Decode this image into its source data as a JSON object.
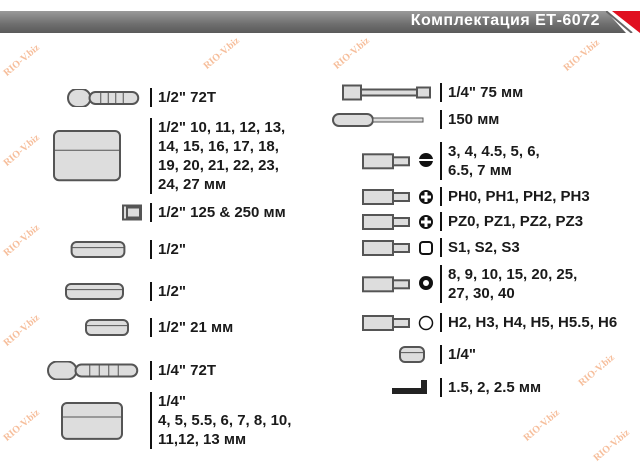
{
  "header": {
    "title": "Комплектация  ЕТ-6072",
    "accent": "#e01020"
  },
  "watermark": "RIO-V.biz",
  "left_items": [
    {
      "text": "1/2\" 72T",
      "tool": "ratchet-icon"
    },
    {
      "text": "1/2\" 10, 11, 12, 13,\n14, 15, 16, 17, 18,\n19, 20, 21, 22, 23,\n24, 27 мм",
      "tool": "socket-icon"
    },
    {
      "text": "1/2\" 125 & 250 мм",
      "tool": "extension-bar-icon"
    },
    {
      "text": "1/2\"",
      "tool": "universal-joint-icon"
    },
    {
      "text": "1/2\"",
      "tool": "adapter-icon"
    },
    {
      "text": "1/2\" 21 мм",
      "tool": "spark-plug-socket-icon"
    },
    {
      "text": "1/4\" 72T",
      "tool": "ratchet-icon"
    },
    {
      "text": "1/4\"\n4, 5, 5.5, 6, 7, 8, 10,\n11,12, 13 мм",
      "tool": "socket-icon"
    }
  ],
  "right_items": [
    {
      "text": "1/4\" 75 мм",
      "tool": "extension-bar-icon"
    },
    {
      "text": "150 мм",
      "tool": "screwdriver-handle-icon"
    },
    {
      "text": "3, 4, 4.5, 5, 6,\n6.5, 7 мм",
      "tool": "slotted-bit-icon"
    },
    {
      "text": "PH0, PH1, PH2, PH3",
      "tool": "phillips-bit-icon"
    },
    {
      "text": "PZ0, PZ1, PZ2, PZ3",
      "tool": "pozidriv-bit-icon"
    },
    {
      "text": "S1, S2, S3",
      "tool": "square-bit-icon"
    },
    {
      "text": "8, 9, 10, 15, 20, 25,\n27, 30, 40",
      "tool": "torx-bit-icon"
    },
    {
      "text": "H2, H3, H4, H5, H5.5, H6",
      "tool": "hex-bit-icon"
    },
    {
      "text": "1/4\"",
      "tool": "bit-adapter-icon"
    },
    {
      "text": "1.5, 2, 2.5 мм",
      "tool": "hex-key-icon"
    }
  ]
}
